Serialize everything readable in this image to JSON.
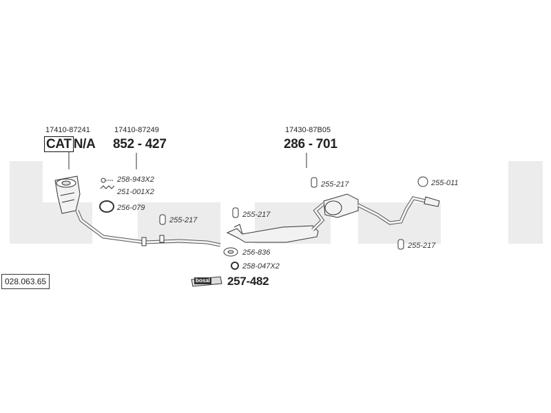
{
  "diagram": {
    "reference": "028.063.65",
    "watermark_text": "bosal",
    "oem_numbers": [
      "17410-87241",
      "17410-87249",
      "17430-87B05"
    ],
    "main_parts": {
      "catalyst": {
        "prefix": "CAT",
        "value": "N/A"
      },
      "front_pipe": "852 - 427",
      "rear_silencer": "286 - 701",
      "assembly_kit": "257-482"
    },
    "kit_badge": "bosal",
    "fittings": {
      "bolt": "258-943X2",
      "spring": "251-001X2",
      "ring": "256-079",
      "hanger_front": "255-217",
      "hanger_mid": "255-217",
      "hanger_rear_top": "255-217",
      "hanger_tailpipe": "255-011",
      "hanger_rear_bottom": "255-217",
      "gasket": "256-836",
      "nut": "258-047X2"
    }
  }
}
